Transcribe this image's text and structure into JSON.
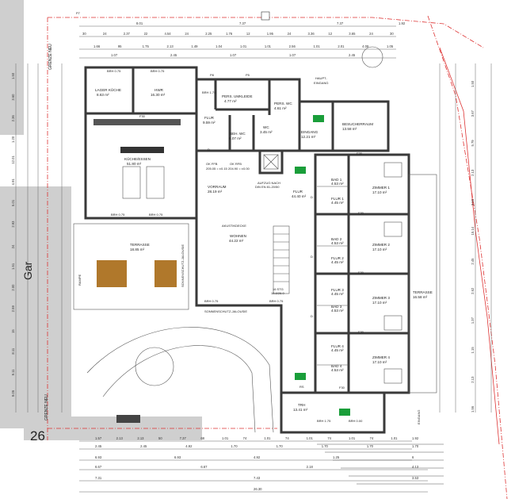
{
  "rooms": {
    "lager_kueche": [
      "LAGER KÜCHE",
      "8.63 m²"
    ],
    "hwr": [
      "HWR",
      "16.30 m²"
    ],
    "personal_umkleide": [
      "PERS. UMKLEIDE",
      "4.77 m²"
    ],
    "pers_wc": [
      "PERS. WC",
      "4.61 m²"
    ],
    "flur_top": [
      "FLUR",
      "9.59 m²"
    ],
    "beh_wc": [
      "BEH. WC",
      "6.07 m²"
    ],
    "wc": [
      "WC",
      "3.45 m²"
    ],
    "eingang": [
      "EINGANG",
      "12.21 m²"
    ],
    "besucherraum": [
      "BESUCHERRAUM",
      "13.58 m²"
    ],
    "kueche": [
      "KÜCHE/ESSEN",
      "51.80 m²"
    ],
    "vorraum": [
      "VORRAUM",
      "28.19 m²"
    ],
    "flur_main": [
      "FLUR",
      "44.40 m²"
    ],
    "wohnen": [
      "WOHNEN",
      "44.22 m²"
    ],
    "terrasse_left": [
      "TERRASSE",
      "18.85 m²"
    ],
    "terrasse_right": [
      "TERRASSE",
      "16.58 m²"
    ],
    "bad1": [
      "BAD 1",
      "4.53 m²"
    ],
    "flur1": [
      "FLUR 1",
      "4.45 m²"
    ],
    "zimmer1": [
      "ZIMMER 1",
      "17.10 m²"
    ],
    "bad2": [
      "BAD 2",
      "4.53 m²"
    ],
    "flur2": [
      "FLUR 2",
      "4.45 m²"
    ],
    "zimmer2": [
      "ZIMMER 2",
      "17.10 m²"
    ],
    "bad3": [
      "BAD 3",
      "4.53 m²"
    ],
    "flur3": [
      "FLUR 3",
      "4.45 m²"
    ],
    "zimmer3": [
      "ZIMMER 3",
      "17.10 m²"
    ],
    "bad4": [
      "BAD 4",
      "4.53 m²"
    ],
    "flur4": [
      "FLUR 4",
      "4.45 m²"
    ],
    "zimmer4": [
      "ZIMMER 4",
      "17.10 m²"
    ],
    "trh": [
      "TRH",
      "13.41 m²"
    ]
  },
  "labels": {
    "aufzug": "AUFZUG NACH",
    "aufzug2": "DIN EN 81-20/50",
    "okffb": "OK FFB",
    "okffb_val": "205.05 = ±0.15",
    "okrfb": "OK RFB",
    "okrfb_val": "204.90 = ±0.00",
    "akustikdecke": "AKUSTIKDECKE",
    "jalousie": "SONNENSCHUTZ-JALOUSIE",
    "jalousie_v": "SONNENSCHUTZ-JALOUSIE",
    "stg": "16 STG",
    "stg_val": "18.8/26.0",
    "brh1": "BRH 0.75",
    "brh2": "BRH 0.75",
    "brh3": "BRH 0.75",
    "brh4": "BRH 0.75",
    "brh5": "BRH 0.75",
    "brh6": "BRH 0.00",
    "brh7": "BRH 1.75",
    "brh8": "BRH 0.75",
    "brh9": "BRH 1.75",
    "rampe": "RAMPE",
    "haupteingang": "HAUPT-\nEINGANG",
    "haupteingang1": "HAUPT-",
    "haupteingang2": "EINGANG",
    "eingang_v": "EINGANG",
    "grenze_top": "GRENZE NEU",
    "grenze_left": "GRENZE NEU",
    "parcel": "26",
    "gar": "Gar",
    "f30": "F30",
    "p7": "P7",
    "p8": "P8",
    "p5": "P5",
    "rs": "RS",
    "d": "D"
  },
  "dims_top1": [
    "8.01",
    "7.37",
    "7.37",
    "1.92"
  ],
  "dims_top2": [
    "30",
    "24",
    "2.37",
    "22",
    "4.54",
    "24",
    "2.25",
    "1.76",
    "12",
    "1.95",
    "24",
    "3.36",
    "12",
    "3.65",
    "24",
    "30"
  ],
  "dims_top3": [
    "1.66",
    "95",
    "1.75",
    "2.13",
    "1.49",
    "1.04",
    "1.01",
    "1.01",
    "2.56",
    "1.01",
    "2.01",
    "4.08",
    "1.05"
  ],
  "dims_top4": [
    "1.07",
    "2.45",
    "1.07",
    "1.07",
    "2.45"
  ],
  "dims_bottom1": [
    "1.57",
    "2.13",
    "2.13",
    "50",
    "7.37",
    "68",
    "1.01",
    "74",
    "1.01",
    "74",
    "1.01",
    "74",
    "1.01",
    "74",
    "1.01",
    "1.92"
  ],
  "dims_bottom2": [
    "2.45",
    "2.45",
    "4.92",
    "1.70",
    "1.70",
    "1.70",
    "1.70",
    "1.70"
  ],
  "dims_bottom3": [
    "6.93",
    "6.93",
    "4.92",
    "1.25",
    "6"
  ],
  "dims_bottom4": [
    "6.67",
    "6.67",
    "2.18",
    "4.13"
  ],
  "dims_bottom5": [
    "7.31",
    "7.43",
    "3.53"
  ],
  "dims_bottom6": [
    "26.30"
  ],
  "dims_left": [
    "1.50",
    "3.60",
    "2.36",
    "1.20",
    "12.01",
    "4.91",
    "5.01",
    "2.93",
    "24",
    "1.51",
    "2.00",
    "2.59",
    "15",
    "8.11",
    "9.11",
    "9.05"
  ],
  "dims_right": [
    "1.50",
    "3.67",
    "5.79",
    "2.13",
    "3.50",
    "15.14",
    "2.45",
    "2.62",
    "1.37",
    "1.15",
    "2.13",
    "1.56"
  ]
}
